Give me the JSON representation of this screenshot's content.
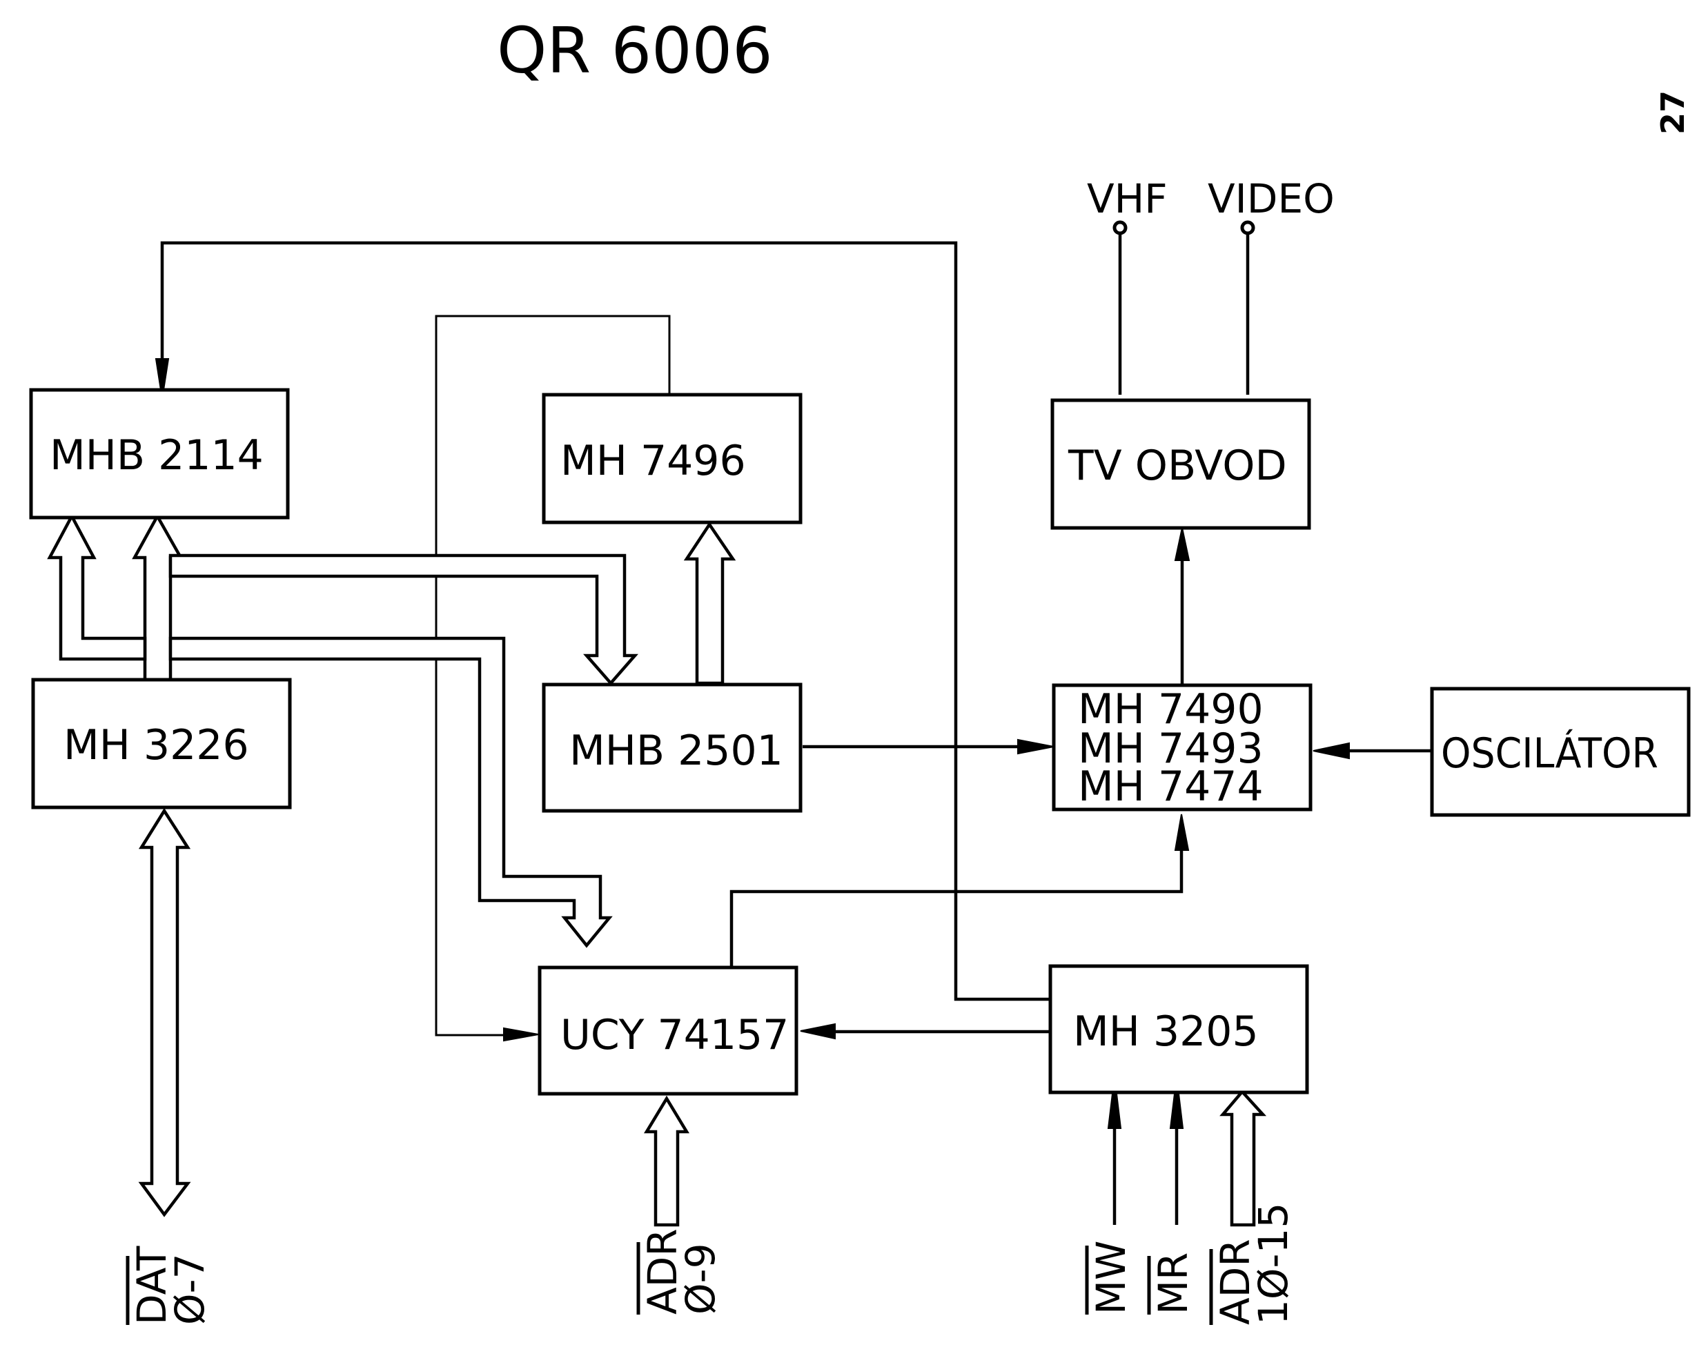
{
  "page": {
    "title": "QR 6006",
    "page_number": "27"
  },
  "blocks": {
    "mhb2114": "MHB 2114",
    "mh7496": "MH 7496",
    "tv_obvod": "TV OBVOD",
    "mh3226": "MH 3226",
    "mhb2501": "MHB 2501",
    "counters": [
      "MH 7490",
      "MH 7493",
      "MH 7474"
    ],
    "oscilator": "OSCILÁTOR",
    "ucy74157": "UCY 74157",
    "mh3205": "MH 3205"
  },
  "outputs": {
    "vhf": "VHF",
    "video": "VIDEO"
  },
  "signals": {
    "dat_name": "DAT",
    "dat_range": "Ø-7",
    "adr_low_name": "ADR",
    "adr_low_range": "Ø-9",
    "mw": "MW",
    "mr": "MR",
    "adr_high_name": "ADR",
    "adr_high_range": "1Ø-15"
  }
}
